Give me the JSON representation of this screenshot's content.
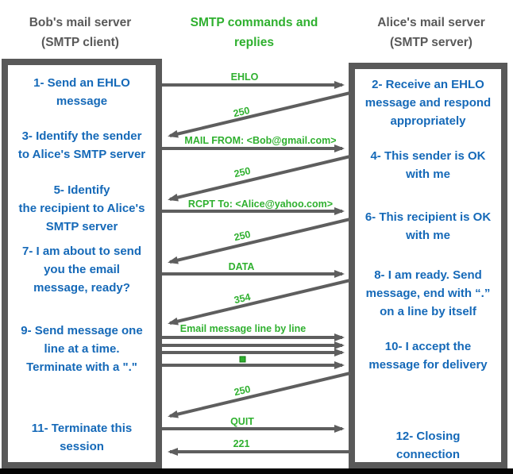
{
  "title_row": {
    "client": "Bob's mail server\n(SMTP client)",
    "middle": "SMTP commands and\nreplies",
    "server": "Alice's mail server\n(SMTP server)"
  },
  "client_box": {
    "steps": [
      "1- Send an EHLO\nmessage",
      "3- Identify the sender\nto Alice's SMTP server",
      "5- Identify\nthe recipient to Alice's\nSMTP server",
      "7- I am about to send\nyou the email\nmessage, ready?",
      "9- Send message one\nline at a time.\nTerminate with a \".\"",
      "11- Terminate this\nsession"
    ]
  },
  "server_box": {
    "steps": [
      "2- Receive an EHLO\nmessage and respond\nappropriately",
      "4- This sender is OK\nwith me",
      "6- This recipient is OK\nwith me",
      "8-  I am ready. Send\nmessage, end with “.”\non a line by itself",
      "10-  I accept the\nmessage for delivery",
      "12-  Closing\nconnection"
    ]
  },
  "messages": {
    "ehlo": {
      "label": "EHLO",
      "direction": "to-server"
    },
    "reply_ehlo": {
      "label": "250",
      "direction": "to-client"
    },
    "mail_from": {
      "label": "MAIL FROM: <Bob@gmail.com>",
      "direction": "to-server"
    },
    "reply_mail_from": {
      "label": "250",
      "direction": "to-client"
    },
    "rcpt_to": {
      "label": "RCPT To: <Alice@yahoo.com>",
      "direction": "to-server"
    },
    "reply_rcpt_to": {
      "label": "250",
      "direction": "to-client"
    },
    "data": {
      "label": "DATA",
      "direction": "to-server"
    },
    "reply_data": {
      "label": "354",
      "direction": "to-client"
    },
    "email_lines": {
      "label": "Email message line by line",
      "direction": "to-server"
    },
    "terminator_marker": {
      "label": "▪",
      "direction": "to-server"
    },
    "reply_message": {
      "label": "250",
      "direction": "to-client"
    },
    "quit": {
      "label": "QUIT",
      "direction": "to-server"
    },
    "reply_quit": {
      "label": "221",
      "direction": "to-client"
    }
  },
  "colors": {
    "green": "#2fb02f",
    "blue": "#1569b8",
    "gray": "#595959",
    "bottom_bar": "#050505"
  }
}
